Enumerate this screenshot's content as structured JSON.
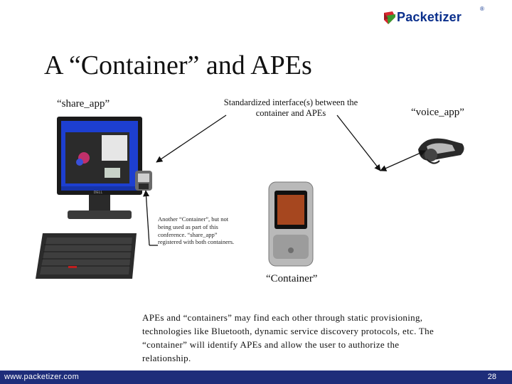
{
  "logo": {
    "text": "Packetizer",
    "reg": "®"
  },
  "title": "A “Container” and APEs",
  "labels": {
    "share_app": "“share_app”",
    "interface": "Standardized interface(s) between the container and APEs",
    "voice_app": "“voice_app”",
    "container": "“Container”"
  },
  "note": "Another “Container”, but not being used as part of this conference. “share_app” registered with both containers.",
  "description": "APEs and “containers” may find each other through static provisioning, technologies like Bluetooth, dynamic service discovery protocols, etc. The “container” will identify APEs and allow the user to authorize the relationship.",
  "footer": {
    "url": "www.packetizer.com",
    "page": "28"
  },
  "colors": {
    "brand_blue": "#0a2f8c",
    "footer_bg": "#1e2d7a",
    "monitor_screen": "#1d3fd0"
  }
}
